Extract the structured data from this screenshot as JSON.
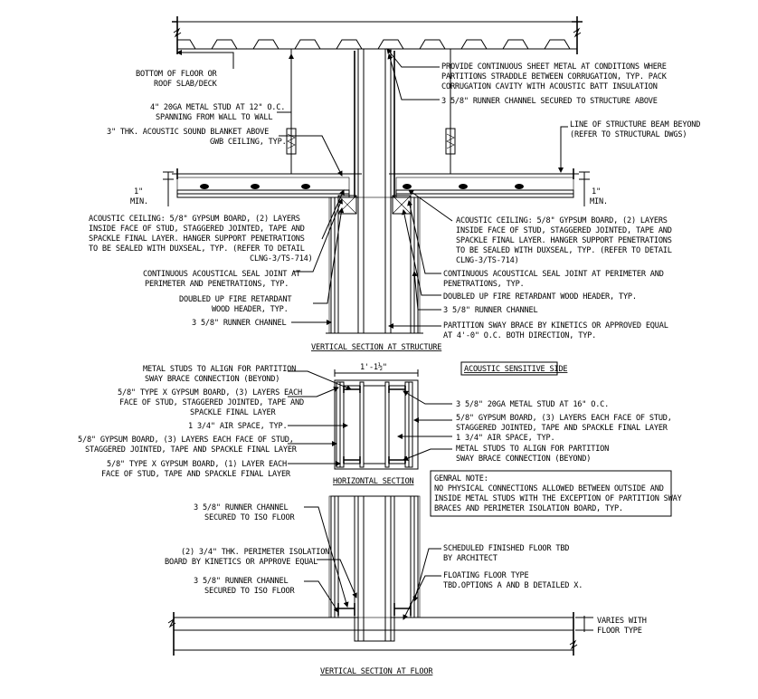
{
  "labels": {
    "bottom_floor_1": "BOTTOM OF FLOOR OR",
    "bottom_floor_2": "ROOF SLAB/DECK",
    "metal_stud_1": "4\" 20GA METAL STUD AT 12\" O.C.",
    "metal_stud_2": "SPANNING FROM WALL TO WALL",
    "acoustic_blanket_1": "3\" THK. ACOUSTIC SOUND BLANKET ABOVE",
    "acoustic_blanket_2": "GWB CEILING, TYP.",
    "min_left_1": "1\"",
    "min_left_2": "MIN.",
    "min_right_1": "1\"",
    "min_right_2": "MIN.",
    "ceiling_left_1": "ACOUSTIC CEILING: 5/8\" GYPSUM BOARD, (2) LAYERS",
    "ceiling_left_2": "INSIDE FACE OF STUD, STAGGERED JOINTED, TAPE AND",
    "ceiling_left_3": "SPACKLE FINAL LAYER. HANGER SUPPORT PENETRATIONS",
    "ceiling_left_4": "TO BE SEALED WITH DUXSEAL, TYP. (REFER TO DETAIL",
    "ceiling_left_5": "CLNG-3/TS-714)",
    "seal_left_1": "CONTINUOUS ACOUSTICAL SEAL JOINT AT",
    "seal_left_2": "PERIMETER AND PENETRATIONS, TYP.",
    "header_left_1": "DOUBLED UP FIRE RETARDANT",
    "header_left_2": "WOOD HEADER, TYP.",
    "runner_left": "3 5/8\" RUNNER CHANNEL",
    "sheet_metal_1": "PROVIDE CONTINUOUS SHEET METAL AT CONDITIONS WHERE",
    "sheet_metal_2": "PARTITIONS STRADDLE BETWEEN CORRUGATION, TYP. PACK",
    "sheet_metal_3": "CORRUGATION CAVITY WITH ACOUSTIC BATT INSULATION",
    "runner_above": "3 5/8\" RUNNER CHANNEL SECURED TO STRUCTURE ABOVE",
    "beam_1": "LINE OF STRUCTURE BEAM BEYOND",
    "beam_2": "(REFER TO STRUCTURAL DWGS)",
    "ceiling_right_1": "ACOUSTIC CEILING: 5/8\" GYPSUM BOARD, (2) LAYERS",
    "ceiling_right_2": "INSIDE FACE OF STUD, STAGGERED JOINTED, TAPE AND",
    "ceiling_right_3": "SPACKLE FINAL LAYER. HANGER SUPPORT PENETRATIONS",
    "ceiling_right_4": "TO BE SEALED WITH DUXSEAL, TYP. (REFER TO DETAIL",
    "ceiling_right_5": "CLNG-3/TS-714)",
    "seal_right_1": "CONTINUOUS ACOUSTICAL SEAL JOINT AT PERIMETER AND",
    "seal_right_2": "PENETRATIONS, TYP.",
    "header_right": "DOUBLED UP FIRE RETARDANT WOOD HEADER, TYP.",
    "runner_right": "3 5/8\" RUNNER CHANNEL",
    "sway_1": "PARTITION SWAY BRACE BY KINETICS OR APPROVED EQUAL",
    "sway_2": "AT 4'-0\" O.C. BOTH DIRECTION, TYP.",
    "title_structure": "VERTICAL SECTION AT STRUCTURE",
    "align_left_1": "METAL STUDS TO ALIGN FOR PARTITION",
    "align_left_2": "SWAY BRACE CONNECTION (BEYOND)",
    "dim_width": "1'-1½\"",
    "typex3_1": "5/8\" TYPE X GYPSUM BOARD, (3) LAYERS EACH",
    "typex3_2": "FACE OF STUD, STAGGERED JOINTED, TAPE AND",
    "typex3_3": "SPACKLE FINAL LAYER",
    "air_left": "1 3/4\" AIR SPACE, TYP.",
    "gyp3_1": "5/8\" GYPSUM BOARD, (3) LAYERS EACH FACE OF STUD,",
    "gyp3_2": "STAGGERED JOINTED, TAPE AND SPACKLE FINAL LAYER",
    "typex1_1": "5/8\" TYPE X GYPSUM BOARD, (1) LAYER EACH",
    "typex1_2": "FACE OF STUD, TAPE AND SPACKLE FINAL LAYER",
    "title_horizontal": "HORIZONTAL SECTION",
    "acoustic_side": "ACOUSTIC SENSITIVE SIDE",
    "stud16": "3 5/8\" 20GA METAL STUD AT 16\" O.C.",
    "gyp3r_1": "5/8\" GYPSUM BOARD, (3) LAYERS EACH FACE OF STUD,",
    "gyp3r_2": "STAGGERED JOINTED, TAPE AND SPACKLE FINAL LAYER",
    "air_right": "1 3/4\" AIR SPACE, TYP.",
    "align_right_1": "METAL STUDS TO ALIGN FOR PARTITION",
    "align_right_2": "SWAY BRACE CONNECTION (BEYOND)",
    "note_1": "GENRAL NOTE:",
    "note_2": "NO PHYSICAL CONNECTIONS ALLOWED BETWEEN OUTSIDE AND",
    "note_3": "INSIDE METAL STUDS WITH THE EXCEPTION OF PARTITION SWAY",
    "note_4": "BRACES AND PERIMETER ISOLATION BOARD, TYP.",
    "runner_iso_1a": "3 5/8\" RUNNER CHANNEL",
    "runner_iso_1b": "SECURED TO ISO FLOOR",
    "perimeter_1": "(2) 3/4\" THK. PERIMETER ISOLATION",
    "perimeter_2": "BOARD BY KINETICS OR APPROVE EQUAL",
    "runner_iso_2a": "3 5/8\" RUNNER CHANNEL",
    "runner_iso_2b": "SECURED TO ISO FLOOR",
    "finished_1": "SCHEDULED FINISHED FLOOR TBD",
    "finished_2": "BY ARCHITECT",
    "floating_1": "FLOATING FLOOR TYPE",
    "floating_2": "TBD.OPTIONS A AND B DETAILED X.",
    "varies_1": "VARIES WITH",
    "varies_2": "FLOOR TYPE",
    "title_floor": "VERTICAL SECTION AT FLOOR"
  }
}
